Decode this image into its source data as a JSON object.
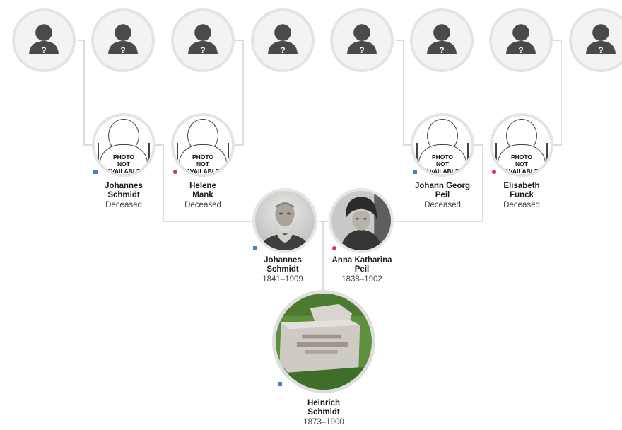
{
  "tree": {
    "unknown_ancestors": [
      {
        "id": "u1",
        "label": "?"
      },
      {
        "id": "u2",
        "label": "?"
      },
      {
        "id": "u3",
        "label": "?"
      },
      {
        "id": "u4",
        "label": "?"
      },
      {
        "id": "u5",
        "label": "?"
      },
      {
        "id": "u6",
        "label": "?"
      },
      {
        "id": "u7",
        "label": "?"
      },
      {
        "id": "u8",
        "label": "?"
      }
    ],
    "photo_placeholder_text": "PHOTO\nNOT\nAVAILABLE",
    "great_grandparents": [
      {
        "name": "Johannes\nSchmidt",
        "life": "Deceased",
        "sex": "male"
      },
      {
        "name": "Helene\nMank",
        "life": "Deceased",
        "sex": "female"
      },
      {
        "name": "Johann Georg\nPeil",
        "life": "Deceased",
        "sex": "male"
      },
      {
        "name": "Elisabeth\nFunck",
        "life": "Deceased",
        "sex": "female"
      }
    ],
    "parents": [
      {
        "name": "Johannes\nSchmidt",
        "life": "1841–1909",
        "sex": "male"
      },
      {
        "name": "Anna Katharina\nPeil",
        "life": "1838–1902",
        "sex": "female"
      }
    ],
    "root": {
      "name": "Heinrich\nSchmidt",
      "life": "1873–1900",
      "sex": "male"
    },
    "colors": {
      "male": "#4a7fc2",
      "female": "#d8346a",
      "line": "#c8c8c8",
      "silhouette": "#4a4a4a"
    }
  }
}
